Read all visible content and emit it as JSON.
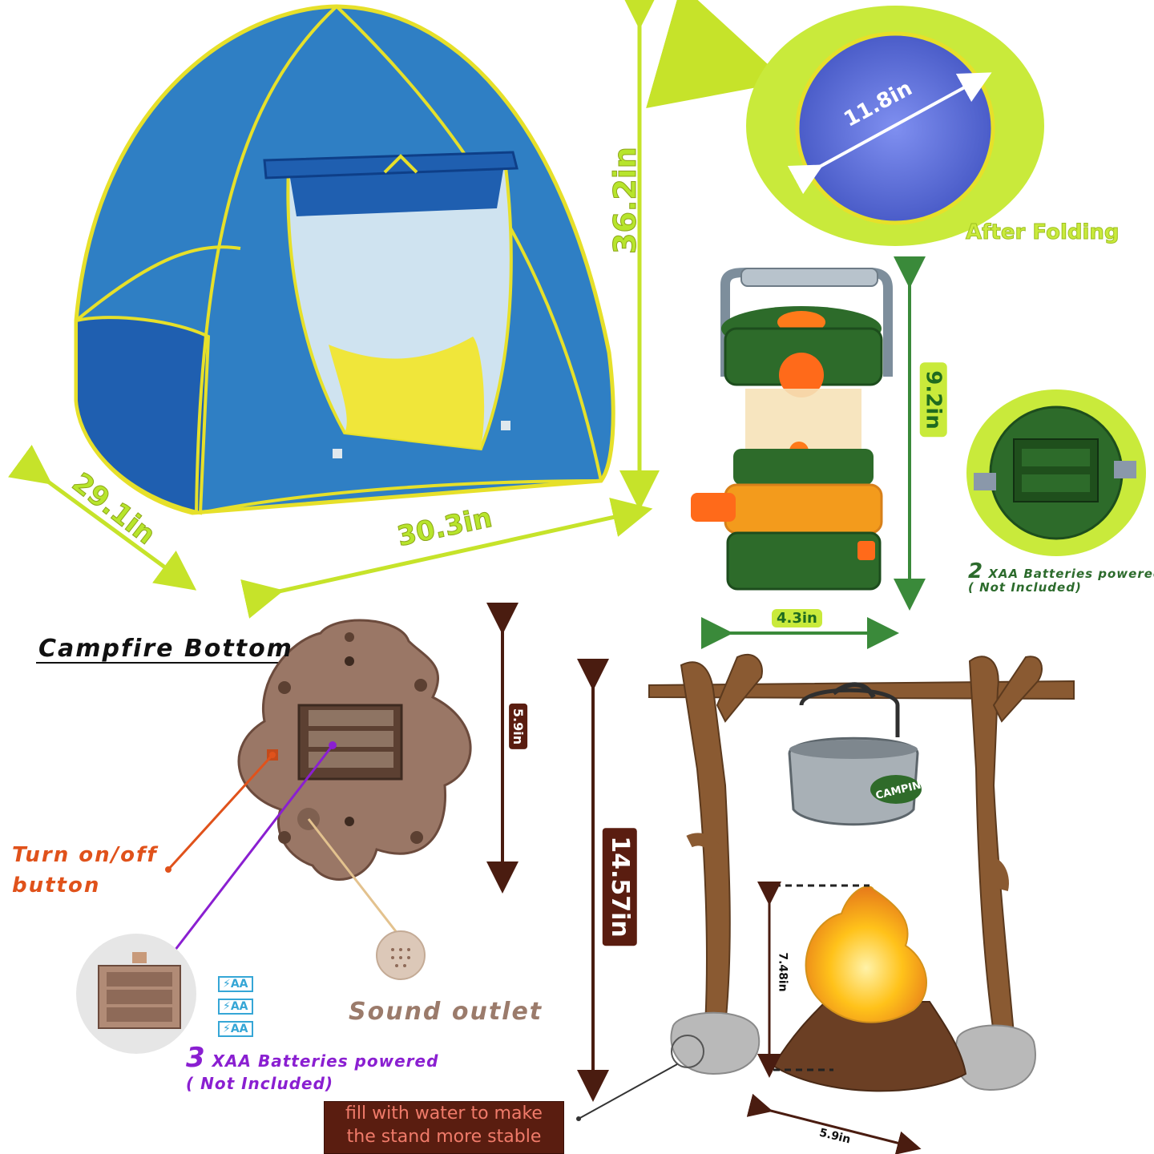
{
  "tent": {
    "height": "36.2in",
    "width": "30.3in",
    "depth": "29.1in"
  },
  "folded": {
    "diameter": "11.8in",
    "caption": "After Folding"
  },
  "lantern": {
    "height": "9.2in",
    "width": "4.3in",
    "battery_count": "2",
    "battery_text": "XAA Batteries powered",
    "battery_note": "( Not Included)"
  },
  "campfire_bottom": {
    "title": "Campfire Bottom",
    "height": "5.9in",
    "switch_label_line1": "Turn on/off",
    "switch_label_line2": "button",
    "sound_label": "Sound outlet",
    "battery_count": "3",
    "battery_text": "XAA Batteries powered",
    "battery_note": "( Not Included)",
    "cell_labels": [
      "AA",
      "AA",
      "AA"
    ]
  },
  "campfire_stand": {
    "height": "14.57in",
    "fire_height": "7.48in",
    "fire_width": "5.9in",
    "pot_logo": "CAMPING",
    "note_line1": "fill with water to make",
    "note_line2": "the stand more stable"
  },
  "colors": {
    "tent_blue": "#2f7fc4",
    "tent_trim": "#e6e02a",
    "lime": "#c9ea3b",
    "lantern_green": "#2d6b2a",
    "lantern_orange": "#f39b1c",
    "wood_brown": "#8a5a32",
    "label_orange": "#e0521b",
    "label_purple": "#8a1fd1"
  }
}
